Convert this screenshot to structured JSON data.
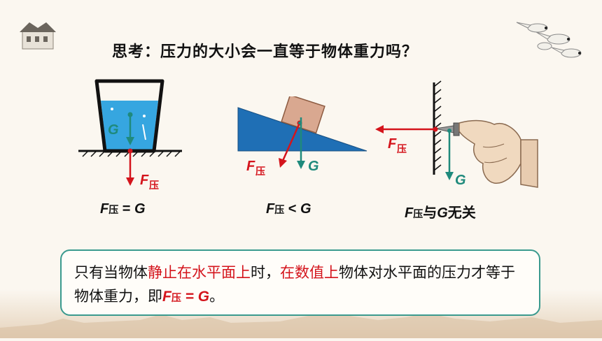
{
  "question": "思考：压力的大小会一直等于物体重力吗？",
  "figures": {
    "cup": {
      "f_label": "F",
      "f_sub": "压",
      "g_label": "G"
    },
    "incline": {
      "f_label": "F",
      "f_sub": "压",
      "g_label": "G"
    },
    "wall": {
      "f_label": "F",
      "f_sub": "压",
      "g_label": "G"
    }
  },
  "captions": [
    {
      "f": "F",
      "sub": "压",
      "rest": " = ",
      "g": "G",
      "tail": ""
    },
    {
      "f": "F",
      "sub": "压",
      "rest": " < ",
      "g": "G",
      "tail": ""
    },
    {
      "f": "F",
      "sub": "压",
      "rest": "与",
      "g": "G",
      "tail": "无关"
    }
  ],
  "conclusion": {
    "p1": "只有当物体",
    "h1": "静止在水平面上",
    "p2": "时，",
    "h2": "在数值上",
    "p3": "物体对水平面的压力才等于物体重力，即",
    "eq_f": "F",
    "eq_sub": "压",
    "eq_rest": " = G",
    "p4": "。"
  },
  "colors": {
    "red": "#d4141c",
    "teal": "#1f8a7c",
    "water": "#36a6e0",
    "slope": "#1f6fb5",
    "block": "#d9a890",
    "border": "#3a9a8e"
  },
  "icons": [
    "building-icon",
    "cranes-icon",
    "palace-silhouette-icon"
  ]
}
